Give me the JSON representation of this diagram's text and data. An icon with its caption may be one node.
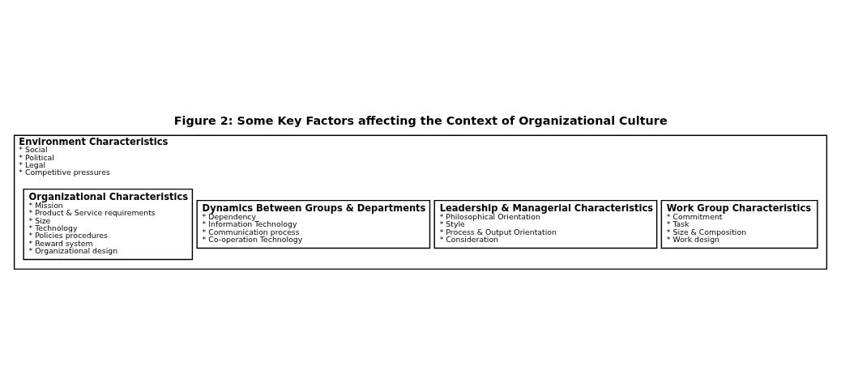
{
  "diagram": {
    "title": "Figure 2: Some Key Factors affecting the Context of Organizational Culture",
    "nodes": [
      {
        "text": [
          "Environment Characteristics",
          "* Social",
          "* Political",
          "* Legal",
          "* Competitive pressures"
        ]
      },
      {
        "text": [
          "Organizational Characteristics",
          "* Mission",
          "* Product & Service requirements",
          "* Size",
          "* Technology",
          "* Policies procedures",
          "* Reward system",
          "* Organizational design"
        ],
        "in": 0
      },
      {
        "text": [
          "Dynamics Between Groups & Departments",
          "* Dependency",
          "* Information Technology",
          "* Communication process",
          "* Co-operation Technology"
        ],
        "in": 0
      },
      {
        "text": [
          "Leadership & Managerial Characteristics",
          "* Philosophical Orientation",
          "* Style",
          "* Process & Output Orientation",
          "* Consideration"
        ],
        "in": 0
      },
      {
        "text": [
          "Work Group Characteristics",
          "* Commitment",
          "* Task",
          "* Size & Composition",
          "* Work design"
        ],
        "in": 0
      }
    ],
    "edges": []
  }
}
